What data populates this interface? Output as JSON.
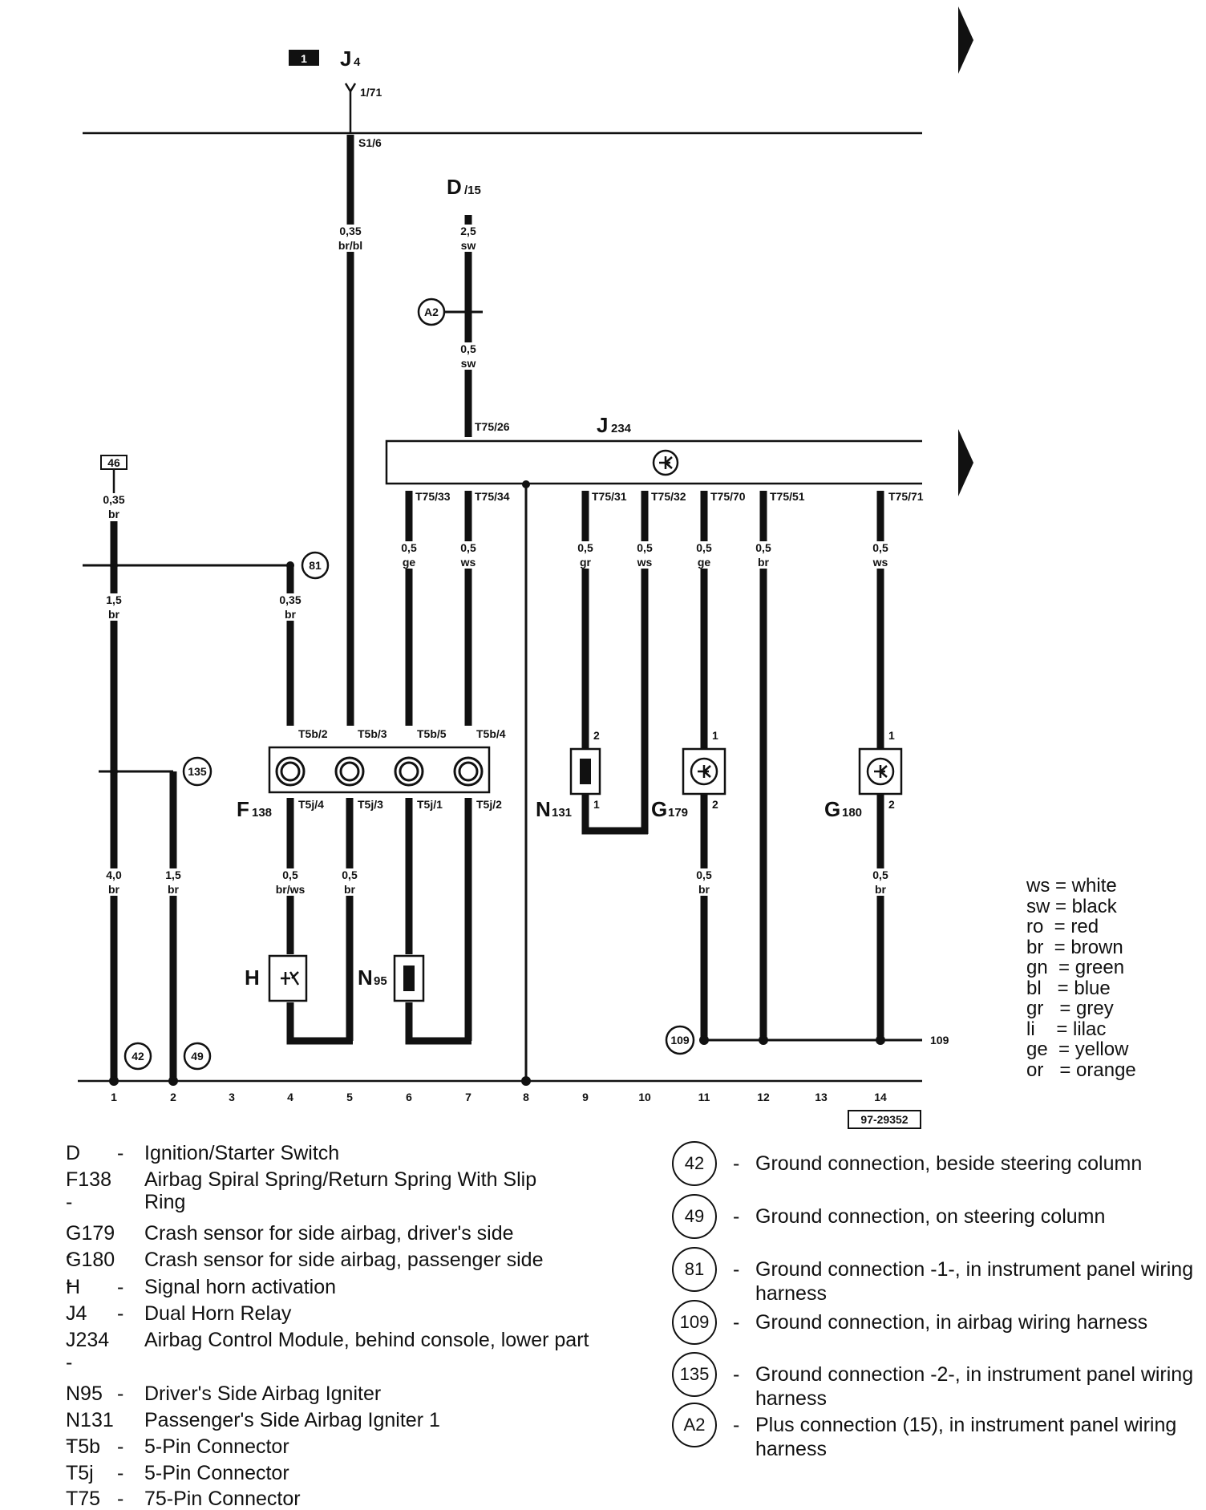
{
  "top": {
    "page_badge": "1",
    "relay_letter": "J",
    "relay_sub": "4",
    "relay_pin": "1/71",
    "bus_pin": "S1/6"
  },
  "ignition": {
    "letter": "D",
    "sub": "/15"
  },
  "module": {
    "letter": "J",
    "sub": "234"
  },
  "terminal_46": "46",
  "wire_labels": {
    "w1": [
      "0,35",
      "br/bl"
    ],
    "w2": [
      "2,5",
      "sw"
    ],
    "w3": [
      "0,5",
      "sw"
    ],
    "w4": [
      "0,35",
      "br"
    ],
    "w5": [
      "1,5",
      "br"
    ],
    "w6": [
      "0,35",
      "br"
    ],
    "w7": [
      "0,5",
      "ge"
    ],
    "w8": [
      "0,5",
      "ws"
    ],
    "w9": [
      "0,5",
      "gr"
    ],
    "w10": [
      "0,5",
      "ws"
    ],
    "w11": [
      "0,5",
      "ge"
    ],
    "w12": [
      "0,5",
      "br"
    ],
    "w13": [
      "0,5",
      "ws"
    ],
    "w14": [
      "4,0",
      "br"
    ],
    "w15": [
      "1,5",
      "br"
    ],
    "w16": [
      "0,5",
      "br/ws"
    ],
    "w17": [
      "0,5",
      "br"
    ],
    "w18": [
      "0,5",
      "br"
    ],
    "w19": [
      "0,5",
      "br"
    ]
  },
  "pins": {
    "t75_26": "T75/26",
    "t75_33": "T75/33",
    "t75_34": "T75/34",
    "t75_31": "T75/31",
    "t75_32": "T75/32",
    "t75_70": "T75/70",
    "t75_51": "T75/51",
    "t75_71": "T75/71",
    "t5b_2": "T5b/2",
    "t5b_3": "T5b/3",
    "t5b_5": "T5b/5",
    "t5b_4": "T5b/4",
    "t5j_4": "T5j/4",
    "t5j_3": "T5j/3",
    "t5j_1": "T5j/1",
    "t5j_2": "T5j/2",
    "n131_2": "2",
    "n131_1": "1",
    "g179_1": "1",
    "g179_2": "2",
    "g180_1": "1",
    "g180_2": "2"
  },
  "components": {
    "f138": {
      "letter": "F",
      "sub": "138"
    },
    "n131": {
      "letter": "N",
      "sub": "131"
    },
    "g179": {
      "letter": "G",
      "sub": "179"
    },
    "g180": {
      "letter": "G",
      "sub": "180"
    },
    "h": {
      "letter": "H"
    },
    "n95": {
      "letter": "N",
      "sub": "95"
    }
  },
  "circles": {
    "a2": "A2",
    "c81": "81",
    "c135": "135",
    "c42": "42",
    "c49": "49",
    "c109": "109"
  },
  "label_109": "109",
  "columns": [
    "1",
    "2",
    "3",
    "4",
    "5",
    "6",
    "7",
    "8",
    "9",
    "10",
    "11",
    "12",
    "13",
    "14"
  ],
  "diagram_id": "97-29352",
  "color_key": [
    "ws = white",
    "sw = black",
    "ro  = red",
    "br  = brown",
    "gn  = green",
    "bl   = blue",
    "gr   = grey",
    "li    = lilac",
    "ge  = yellow",
    "or   = orange"
  ],
  "legend": [
    {
      "code": "D",
      "sep": "-",
      "desc": "Ignition/Starter Switch"
    },
    {
      "code": "F138 -",
      "sep": "",
      "desc": "Airbag Spiral Spring/Return Spring With Slip Ring"
    },
    {
      "code": "G179 -",
      "sep": "",
      "desc": "Crash sensor for side airbag, driver's side"
    },
    {
      "code": "G180 -",
      "sep": "",
      "desc": "Crash sensor for side airbag, passenger side"
    },
    {
      "code": "H",
      "sep": "-",
      "desc": "Signal horn activation"
    },
    {
      "code": "J4",
      "sep": "-",
      "desc": "Dual Horn Relay"
    },
    {
      "code": "J234 -",
      "sep": "",
      "desc": "Airbag Control Module, behind console, lower part"
    },
    {
      "code": "N95",
      "sep": "-",
      "desc": "Driver's Side Airbag Igniter"
    },
    {
      "code": "N131 -",
      "sep": "",
      "desc": "Passenger's Side Airbag Igniter 1"
    },
    {
      "code": "T5b",
      "sep": "-",
      "desc": "5-Pin Connector"
    },
    {
      "code": "T5j",
      "sep": "-",
      "desc": "5-Pin Connector"
    },
    {
      "code": "T75",
      "sep": "-",
      "desc": "75-Pin Connector"
    }
  ],
  "grounds": [
    {
      "id": "42",
      "desc": "Ground connection, beside steering column"
    },
    {
      "id": "49",
      "desc": "Ground connection, on steering column"
    },
    {
      "id": "81",
      "desc": "Ground connection -1-, in instrument panel wiring harness"
    },
    {
      "id": "109",
      "desc": "Ground connection, in airbag wiring harness"
    },
    {
      "id": "135",
      "desc": "Ground connection -2-, in instrument panel wiring harness"
    },
    {
      "id": "A2",
      "desc": "Plus connection (15), in instrument panel wiring harness"
    }
  ]
}
